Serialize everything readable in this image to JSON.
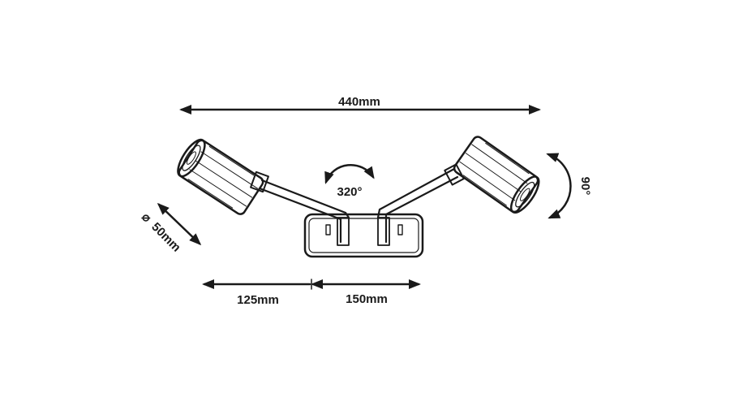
{
  "diagram": {
    "dimensions": {
      "overall_width": "440mm",
      "arm_reach": "125mm",
      "plate_width": "150mm",
      "head_diameter": "50mm",
      "diameter_symbol": "⌀"
    },
    "rotations": {
      "arm_swivel": "320°",
      "head_tilt": "90°"
    }
  }
}
